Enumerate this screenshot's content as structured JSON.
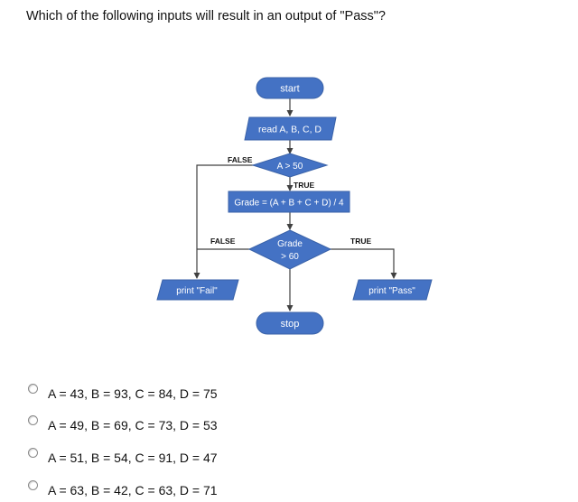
{
  "question": "Which of the following inputs will result in an output of \"Pass\"?",
  "flowchart": {
    "start": "start",
    "read": "read A, B, C, D",
    "decision1": "A > 50",
    "decision1_false": "FALSE",
    "decision1_true": "TRUE",
    "grade": "Grade = (A + B + C + D) / 4",
    "decision2_line1": "Grade",
    "decision2_line2": "> 60",
    "decision2_false": "FALSE",
    "decision2_true": "TRUE",
    "print_fail": "print \"Fail\"",
    "print_pass": "print \"Pass\"",
    "stop": "stop",
    "colors": {
      "shape_fill": "#4472c4",
      "shape_stroke": "#3a62a8",
      "shape_text": "#ffffff",
      "line": "#404040"
    }
  },
  "options": [
    {
      "label": "A = 43, B = 93, C = 84, D = 75"
    },
    {
      "label": "A = 49, B = 69, C = 73, D = 53"
    },
    {
      "label": "A = 51, B = 54, C = 91, D = 47"
    },
    {
      "label": "A = 63, B = 42, C = 63, D = 71"
    }
  ]
}
